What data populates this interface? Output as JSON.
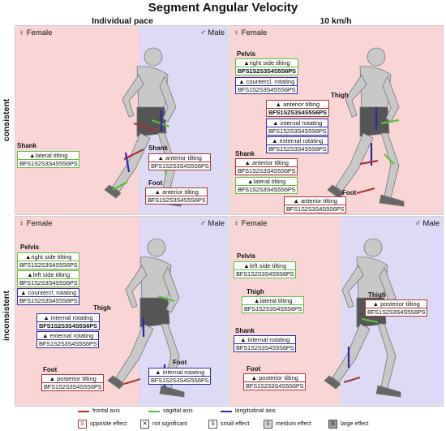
{
  "title": "Segment Angular Velocity",
  "columns": [
    "Individual pace",
    "10 km/h"
  ],
  "rows": [
    "consistent",
    "inconsistent"
  ],
  "sex": {
    "female": "Female",
    "male": "Male",
    "female_symbol": "♀",
    "male_symbol": "♂"
  },
  "colors": {
    "red": "#a33333",
    "green": "#5bbf3a",
    "blue": "#2a2aa8",
    "female_bg": "#f9d5d5",
    "male_bg": "#dcdaf5"
  },
  "panels": {
    "tl": {
      "regions": {
        "shank": "Shank",
        "shank2": "Shank",
        "foot": "Foot"
      },
      "boxes": [
        {
          "title": "▲lateral tilting",
          "seq": "BFS1S2S3S4S5S6PS"
        },
        {
          "title": "▲ anterior tilting",
          "seq": "BFS1S2S3S4S5S6PS"
        },
        {
          "title": "▲ anterior tilting",
          "seq": "BFS1S2S3S4S5S6PS"
        }
      ]
    },
    "tr": {
      "regions": {
        "pelvis": "Pelvis",
        "thigh": "Thigh",
        "shank": "Shank",
        "foot": "Foot"
      },
      "boxes": [
        {
          "title": "▲right side tilting",
          "seq": "BFS1S2S3S4S5S6PS"
        },
        {
          "title": "▲ countercl. rotating",
          "seq": "BFS1S2S3S4S5S6PS"
        },
        {
          "title": "▲ anterior tilting",
          "seq": "BFS1S2S3S4S5S6PS"
        },
        {
          "title": "▲ internal rotating",
          "seq": "BFS1S2S3S4S5S6PS"
        },
        {
          "title": "▲ external rotating",
          "seq": "BFS1S2S3S4S5S6PS"
        },
        {
          "title": "▲ anterior tilting",
          "seq": "BFS1S2S3S4S5S6PS"
        },
        {
          "title": "▲lateral tilting",
          "seq": "BFS1S2S3S4S5S6PS"
        },
        {
          "title": "▲ anterior tilting",
          "seq": "BFS1S2S3S4S5S6PS"
        }
      ]
    },
    "bl": {
      "regions": {
        "pelvis": "Pelvis",
        "thigh": "Thigh",
        "foot": "Foot",
        "foot2": "Foot"
      },
      "boxes": [
        {
          "title": "▲right side tilting",
          "seq": "BFS1S2S3S4S5S6PS"
        },
        {
          "title": "▲left side tilting",
          "seq": "BFS1S2S3S4S5S6PS"
        },
        {
          "title": "▲ countercl. rotating",
          "seq": "BFS1S2S3S4S5S6PS"
        },
        {
          "title": "▲ internal rotating",
          "seq": "BFS1S2S3S4S5S6PS"
        },
        {
          "title": "▲ external rotating",
          "seq": "BFS1S2S3S4S5S6PS"
        },
        {
          "title": "▲ posterior tilting",
          "seq": "BFS1S2S3S4S5S6PS"
        },
        {
          "title": "▲ internal rotating",
          "seq": "BFS1S2S3S4S5S6PS"
        }
      ]
    },
    "br": {
      "regions": {
        "pelvis": "Pelvis",
        "thigh": "Thigh",
        "thigh2": "Thigh",
        "shank": "Shank",
        "foot": "Foot"
      },
      "boxes": [
        {
          "title": "▲left side tilting",
          "seq": "BFS1S2S3S4S5S6PS"
        },
        {
          "title": "▲lateral tilting",
          "seq": "BFS1S2S3S4S5S6PS"
        },
        {
          "title": "▲ posterior tilting",
          "seq": "BFS1S2S3S4S5S6PS"
        },
        {
          "title": "▲ internal rotating",
          "seq": "BFS1S2S3S4S5S6PS"
        },
        {
          "title": "▲ posterior tilting",
          "seq": "BFS1S2S3S4S5S6PS"
        }
      ]
    }
  },
  "legend": {
    "frontal": "frontal axis",
    "sagittal": "sagittal axis",
    "longitudinal": "longitudinal axis",
    "opposite": "opposite effect",
    "not_significant": "not significant",
    "small": "small effect",
    "medium": "medium effect",
    "large": "large effect",
    "symbol_s": "S"
  }
}
